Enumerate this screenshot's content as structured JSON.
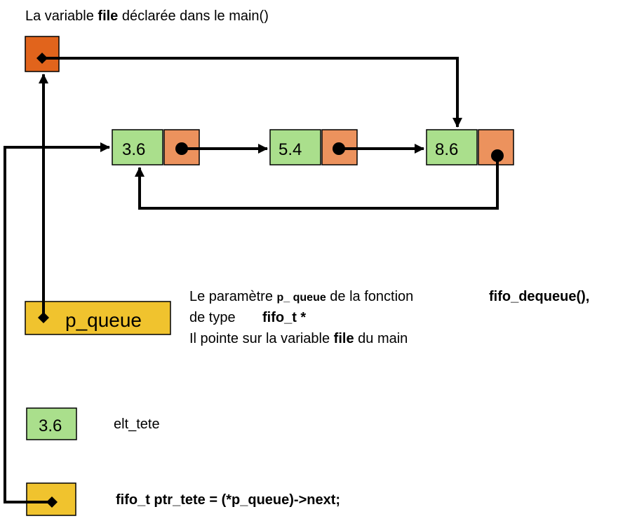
{
  "title": {
    "pre": "La variable ",
    "bold": "file",
    "post": " déclarée dans le main()"
  },
  "nodes": [
    {
      "value": "3.6"
    },
    {
      "value": "5.4"
    },
    {
      "value": "8.6"
    }
  ],
  "pqueue_label": "p_queue",
  "desc": {
    "l1_a": "Le paramètre ",
    "l1_b": "p_ queue",
    "l1_c": " de la fonction",
    "l1_d": "fifo_dequeue(),",
    "l2_a": "de type",
    "l2_b": "fifo_t *",
    "l3_a": "Il pointe sur la variable ",
    "l3_b": "file",
    "l3_c": " du main"
  },
  "elt_tete": {
    "value": "3.6",
    "label": "elt_tete"
  },
  "code_line": "fifo_t ptr_tete = (*p_queue)->next;",
  "colors": {
    "value_cell": "#aadf8c",
    "pointer_cell": "#ec925d",
    "file_var": "#e1641c",
    "pqueue": "#f0c32e",
    "stroke": "#000000"
  }
}
